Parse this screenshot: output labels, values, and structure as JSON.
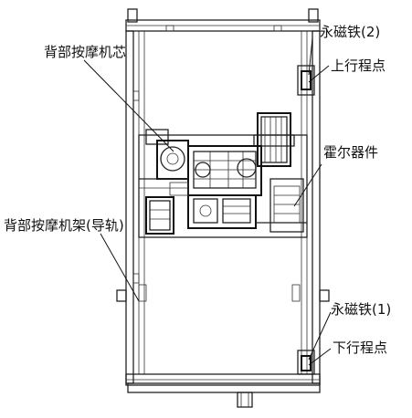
{
  "labels": {
    "massage_core": "背部按摩机芯",
    "magnet_2": "永磁铁(2)",
    "upper_travel_point": "上行程点",
    "hall_device": "霍尔器件",
    "massage_frame_rail": "背部按摩机架(导轨)",
    "magnet_1": "永磁铁(1)",
    "lower_travel_point": "下行程点"
  }
}
